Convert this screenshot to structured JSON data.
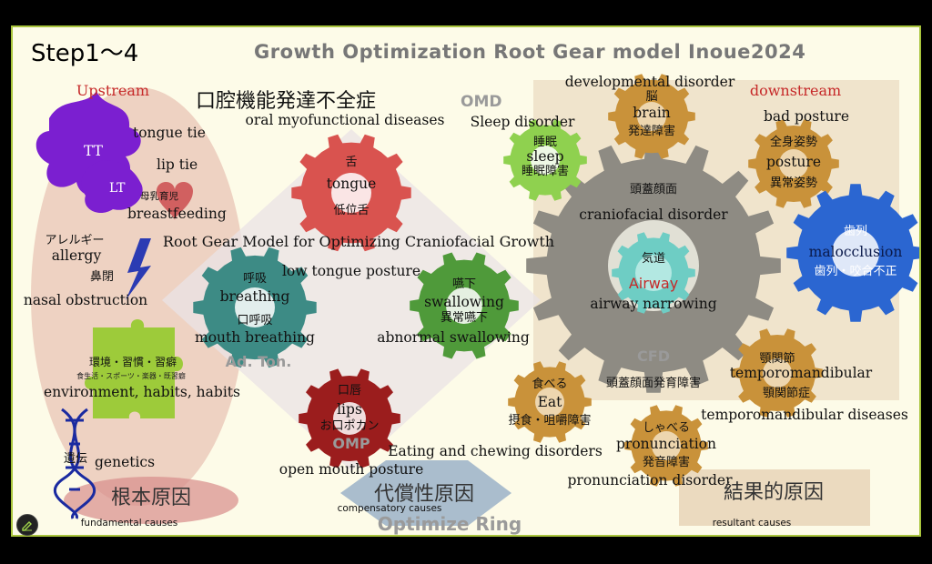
{
  "header": {
    "step": "Step1～4",
    "title": "Growth Optimization  Root Gear model Inoue2024"
  },
  "zones": {
    "upstream": "Upstream",
    "downstream": "downstream",
    "fundamental_jp": "根本原因",
    "fundamental_en": "fundamental causes",
    "compensatory_jp": "代償性原因",
    "compensatory_en": "compensatory causes",
    "resultant_jp": "結果的原因",
    "resultant_en": "resultant causes",
    "ring": "Optimize Ring"
  },
  "omd": {
    "jp": "口腔機能発達不全症",
    "abbr": "OMD",
    "en": "oral myofunctional diseases"
  },
  "upstream_items": {
    "tt": "TT",
    "tongue_tie": "tongue tie",
    "lt": "LT",
    "lip_tie": "lip tie",
    "breast_jp": "母乳育児",
    "breast_en": "breastfeeding",
    "allergy_jp": "アレルギー",
    "allergy_en": "allergy",
    "nasal_jp": "鼻閉",
    "nasal_en": "nasal obstruction",
    "env_jp": "環境・習慣・習癖",
    "env_small": "食生活・スポーツ・楽器・既習癖",
    "env_en": "environment, habits, habits",
    "genetics_jp": "遺伝",
    "genetics_en": "genetics"
  },
  "model_title": "Root Gear Model for Optimizing Craniofacial Growth",
  "gears": {
    "tongue": {
      "jp": "舌",
      "en": "tongue",
      "jp2": "低位舌",
      "caption": "low tongue posture"
    },
    "breathing": {
      "jp": "呼吸",
      "en": "breathing",
      "jp2": "口呼吸",
      "caption": "mouth breathing",
      "overlay": "Ad.  Ton."
    },
    "swallowing": {
      "jp": "嚥下",
      "en": "swallowing",
      "jp2": "異常嚥下",
      "caption": "abnormal swallowing"
    },
    "lips": {
      "jp": "口唇",
      "en": "lips",
      "jp2": "お口ポカン",
      "overlay": "OMP",
      "caption": "open mouth posture"
    },
    "sleep": {
      "caption": "Sleep disorder",
      "jp": "睡眠",
      "en": "sleep",
      "jp2": "睡眠障害"
    },
    "brain": {
      "caption": "developmental disorder",
      "jp": "脳",
      "en": "brain",
      "jp2": "発達障害"
    },
    "posture": {
      "caption": "bad posture",
      "jp": "全身姿勢",
      "en": "posture",
      "jp2": "異常姿勢"
    },
    "cfd": {
      "jp": "頭蓋顔面",
      "en": "craniofacial disorder",
      "abbr": "CFD",
      "jp2": "頭蓋顔面発育障害"
    },
    "airway": {
      "jp": "気道",
      "en": "Airway",
      "caption": "airway narrowing"
    },
    "malocclusion": {
      "jp": "歯列",
      "en": "malocclusion",
      "jp2": "歯列・咬合不正"
    },
    "tmj": {
      "jp": "顎関節",
      "en": "temporomandibular",
      "jp2": "顎関節症",
      "caption": "temporomandibular diseases"
    },
    "eat": {
      "jp": "食べる",
      "en": "Eat",
      "jp2": "摂食・咀嚼障害",
      "caption": "Eating and chewing disorders"
    },
    "pronunciation": {
      "jp": "しゃべる",
      "en": "pronunciation",
      "jp2": "発音障害",
      "caption": "pronunciation disorder"
    }
  },
  "colors": {
    "frame": "#a8c43c",
    "background": "#fdfbe8",
    "tongue_gear": "#d9534f",
    "breathing_gear": "#3d8b85",
    "swallowing_gear": "#4f9a3a",
    "lips_gear": "#9b1d1d",
    "sleep_gear": "#8fd14f",
    "amber_gear": "#c9923a",
    "cfd_gear": "#8e8b83",
    "airway_gear": "#6ecdc4",
    "malocclusion_gear": "#2b66d1",
    "upstream_red": "#c62828"
  }
}
